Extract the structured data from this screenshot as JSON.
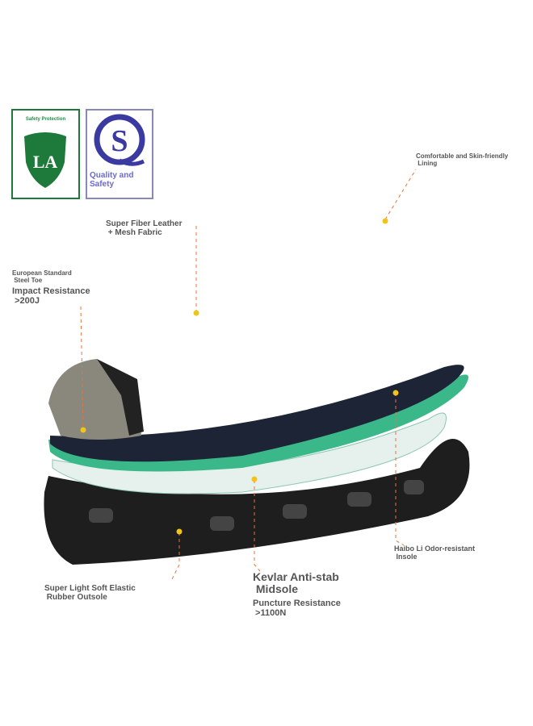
{
  "badges": {
    "la": {
      "caption": "Safety Protection",
      "logo_text": "LA",
      "color": "#1e7a3a"
    },
    "qs": {
      "logo_text": "QS",
      "caption": "Quality and Safety",
      "color": "#3a3aa0"
    }
  },
  "labels": {
    "lining": "Comfortable and Skin-friendly\n Lining",
    "leather": "Super Fiber Leather\n + Mesh Fabric",
    "steel_toe_std": "European Standard\n Steel Toe",
    "impact": "Impact Resistance\n >200J",
    "insole": "Haibo Li Odor-resistant\n Insole",
    "outsole": "Super Light Soft Elastic\n Rubber Outsole",
    "midsole": "Kevlar Anti-stab\n Midsole",
    "puncture": "Puncture Resistance\n >1100N"
  },
  "colors": {
    "dot": "#f2c418",
    "leader": "#e8743a"
  }
}
